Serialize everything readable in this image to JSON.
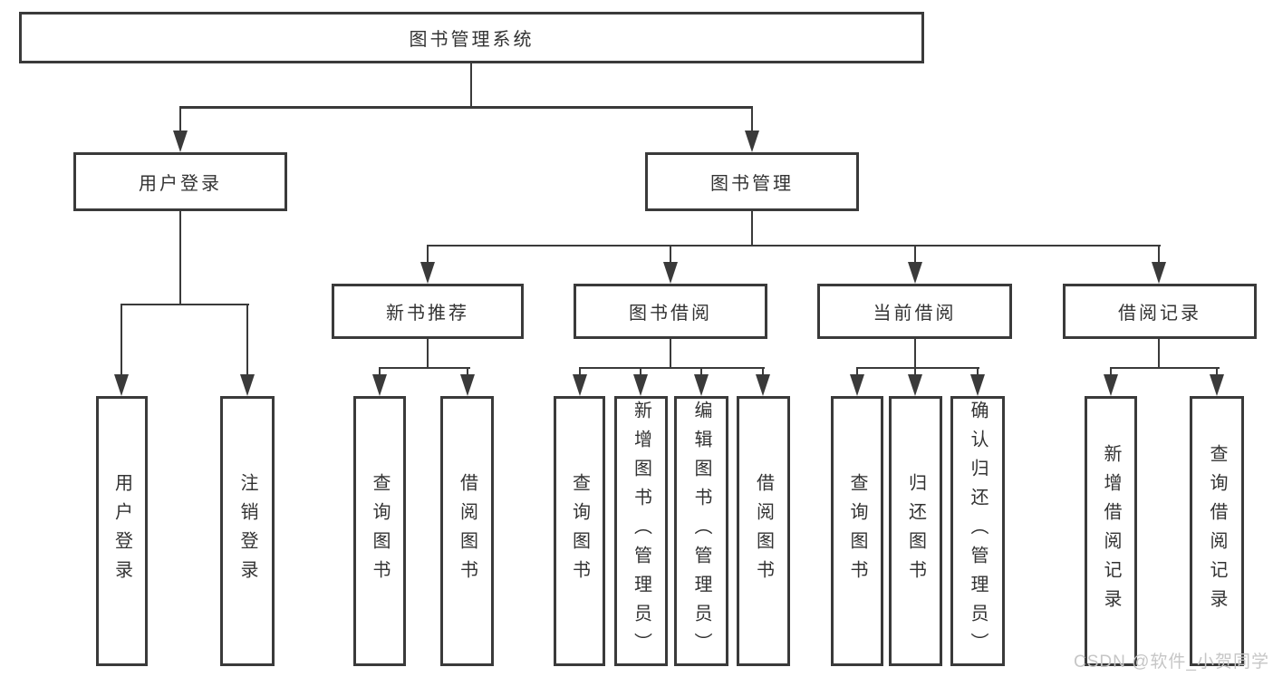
{
  "diagram": {
    "title": "图书管理系统",
    "tree": {
      "label": "图书管理系统",
      "children": [
        {
          "label": "用户登录",
          "children": [
            {
              "label": "用户登录"
            },
            {
              "label": "注销登录"
            }
          ]
        },
        {
          "label": "图书管理",
          "children": [
            {
              "label": "新书推荐",
              "children": [
                {
                  "label": "查询图书"
                },
                {
                  "label": "借阅图书"
                }
              ]
            },
            {
              "label": "图书借阅",
              "children": [
                {
                  "label": "查询图书"
                },
                {
                  "label": "新增图书（管理员）"
                },
                {
                  "label": "编辑图书（管理员）"
                },
                {
                  "label": "借阅图书"
                }
              ]
            },
            {
              "label": "当前借阅",
              "children": [
                {
                  "label": "查询图书"
                },
                {
                  "label": "归还图书"
                },
                {
                  "label": "确认归还（管理员）"
                }
              ]
            },
            {
              "label": "借阅记录",
              "children": [
                {
                  "label": "新增借阅记录"
                },
                {
                  "label": "查询借阅记录"
                }
              ]
            }
          ]
        }
      ]
    },
    "colors": {
      "line": "#3a3a3a",
      "text": "#333333",
      "background": "#ffffff",
      "watermark": "#c6c6c6"
    }
  },
  "watermark": {
    "text": "CSDN @软件_小贺同学"
  }
}
